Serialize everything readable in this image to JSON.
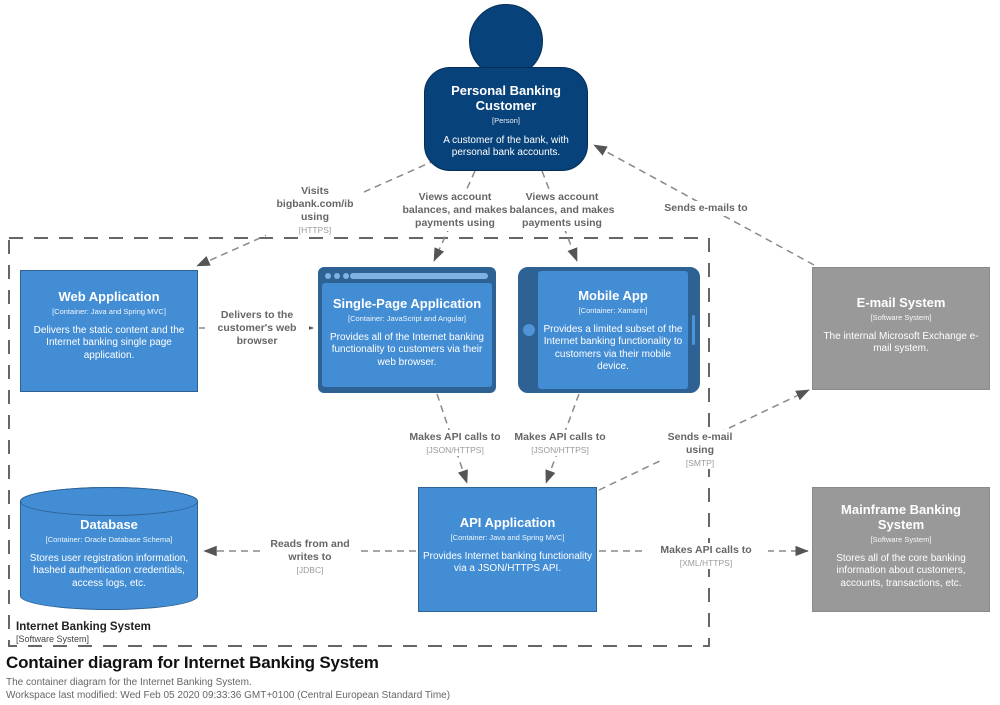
{
  "person": {
    "name": "Personal Banking Customer",
    "meta": "[Person]",
    "desc": "A customer of the bank, with personal bank accounts."
  },
  "elements": {
    "webapp": {
      "name": "Web Application",
      "meta": "[Container: Java and Spring MVC]",
      "desc": "Delivers the static content and the Internet banking single page application."
    },
    "spa": {
      "name": "Single-Page Application",
      "meta": "[Container: JavaScript and Angular]",
      "desc": "Provides all of the Internet banking functionality to customers via their web browser."
    },
    "mobile": {
      "name": "Mobile App",
      "meta": "[Container: Xamarin]",
      "desc": "Provides a limited subset of the Internet banking functionality to customers via their mobile device."
    },
    "email": {
      "name": "E-mail System",
      "meta": "[Software System]",
      "desc": "The internal Microsoft Exchange e-mail system."
    },
    "database": {
      "name": "Database",
      "meta": "[Container: Oracle Database Schema]",
      "desc": "Stores user registration information, hashed authentication credentials, access logs, etc."
    },
    "api": {
      "name": "API Application",
      "meta": "[Container: Java and Spring MVC]",
      "desc": "Provides Internet banking functionality via a JSON/HTTPS API."
    },
    "mainframe": {
      "name": "Mainframe Banking System",
      "meta": "[Software System]",
      "desc": "Stores all of the core banking information about customers, accounts, transactions, etc."
    }
  },
  "boundary": {
    "name": "Internet Banking System",
    "meta": "[Software System]"
  },
  "edges": {
    "visits": {
      "text": "Visits bigbank.com/ib using",
      "meta": "[HTTPS]"
    },
    "views_spa": {
      "text": "Views account balances, and makes payments using",
      "meta": ""
    },
    "views_mobile": {
      "text": "Views account balances, and makes payments using",
      "meta": ""
    },
    "sends_emails": {
      "text": "Sends e-mails to",
      "meta": ""
    },
    "delivers": {
      "text": "Delivers to the customer's web browser",
      "meta": ""
    },
    "api_spa": {
      "text": "Makes API calls to",
      "meta": "[JSON/HTTPS]"
    },
    "api_mobile": {
      "text": "Makes API calls to",
      "meta": "[JSON/HTTPS]"
    },
    "smtp": {
      "text": "Sends e-mail using",
      "meta": "[SMTP]"
    },
    "jdbc": {
      "text": "Reads from and writes to",
      "meta": "[JDBC]"
    },
    "xml": {
      "text": "Makes API calls to",
      "meta": "[XML/HTTPS]"
    }
  },
  "footer": {
    "title": "Container diagram for Internet Banking System",
    "description": "The container diagram for the Internet Banking System.",
    "modified": "Workspace last modified: Wed Feb 05 2020 09:33:36 GMT+0100 (Central European Standard Time)"
  },
  "colors": {
    "person": "#08427b",
    "container": "#438dd5",
    "container_border": "#2e6295",
    "external_system": "#999999",
    "edge_line": "#8a8a8a",
    "edge_label": "#666666"
  }
}
